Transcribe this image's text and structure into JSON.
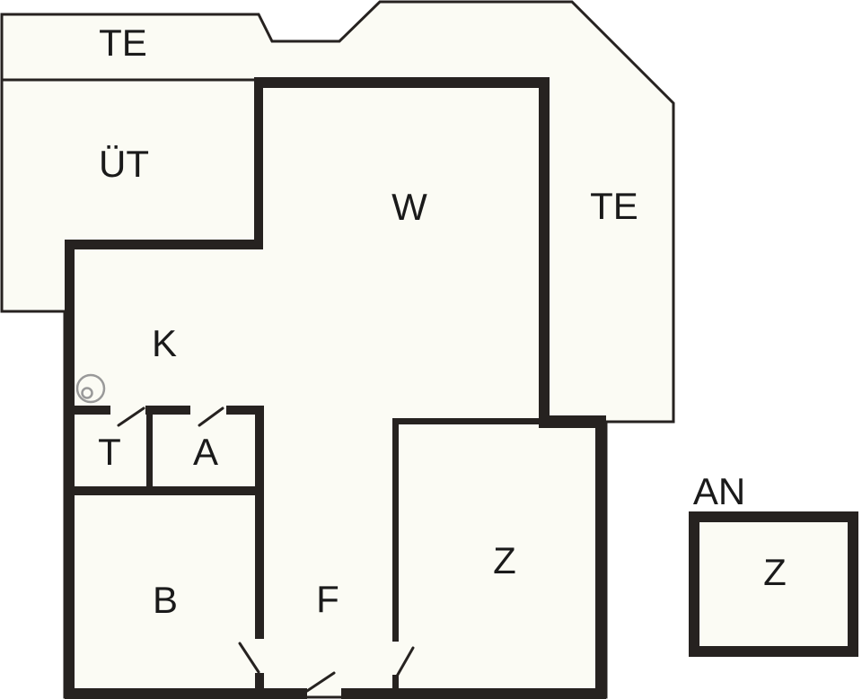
{
  "document": {
    "type": "floor-plan-drawing",
    "colors": {
      "wall": "#262220",
      "floor": "#fbfbf4",
      "outside": "#ffffff",
      "label_text": "#1a1a1a",
      "fixture_symbol": "#999999"
    }
  },
  "labels": {
    "te_top": "TE",
    "ut": "ÜT",
    "w": "W",
    "te_right": "TE",
    "k": "K",
    "t": "T",
    "a": "A",
    "b": "B",
    "f": "F",
    "z": "Z",
    "an": "AN",
    "z_annex": "Z"
  },
  "icons": {
    "k_fixture": "double-circle-fixture"
  }
}
